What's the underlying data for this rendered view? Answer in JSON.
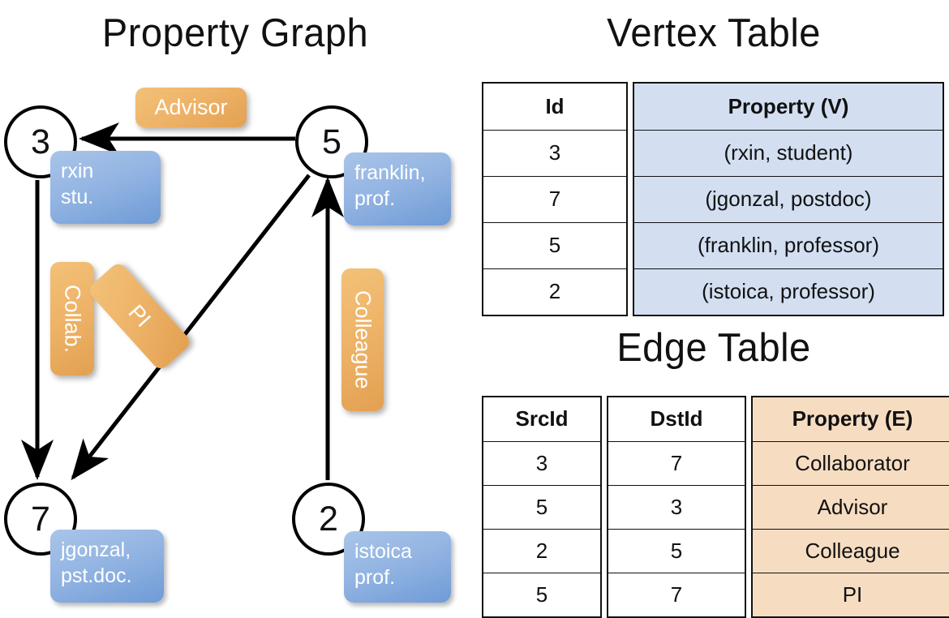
{
  "titles": {
    "property_graph": "Property Graph",
    "vertex_table": "Vertex Table",
    "edge_table": "Edge Table"
  },
  "graph": {
    "nodes": [
      {
        "id": "3",
        "property": "rxin\nstu."
      },
      {
        "id": "5",
        "property": "franklin,\nprof."
      },
      {
        "id": "7",
        "property": "jgonzal,\npst.doc."
      },
      {
        "id": "2",
        "property": "istoica\nprof."
      }
    ],
    "edge_labels": [
      {
        "label": "Advisor"
      },
      {
        "label": "Collab."
      },
      {
        "label": "PI"
      },
      {
        "label": "Colleague"
      }
    ]
  },
  "vertex_table": {
    "headers": [
      "Id",
      "Property (V)"
    ],
    "rows": [
      {
        "id": "3",
        "property": "(rxin, student)"
      },
      {
        "id": "7",
        "property": "(jgonzal, postdoc)"
      },
      {
        "id": "5",
        "property": "(franklin, professor)"
      },
      {
        "id": "2",
        "property": "(istoica, professor)"
      }
    ]
  },
  "edge_table": {
    "headers": [
      "SrcId",
      "DstId",
      "Property (E)"
    ],
    "rows": [
      {
        "src": "3",
        "dst": "7",
        "property": "Collaborator"
      },
      {
        "src": "5",
        "dst": "3",
        "property": "Advisor"
      },
      {
        "src": "2",
        "dst": "5",
        "property": "Colleague"
      },
      {
        "src": "5",
        "dst": "7",
        "property": "PI"
      }
    ]
  },
  "colors": {
    "vertex_property_fill": "#d3dff1",
    "edge_property_fill": "#f6ddc2",
    "node_box_blue": "#8fb3e0",
    "edge_label_orange": "#eeb469",
    "stroke": "#111111"
  }
}
